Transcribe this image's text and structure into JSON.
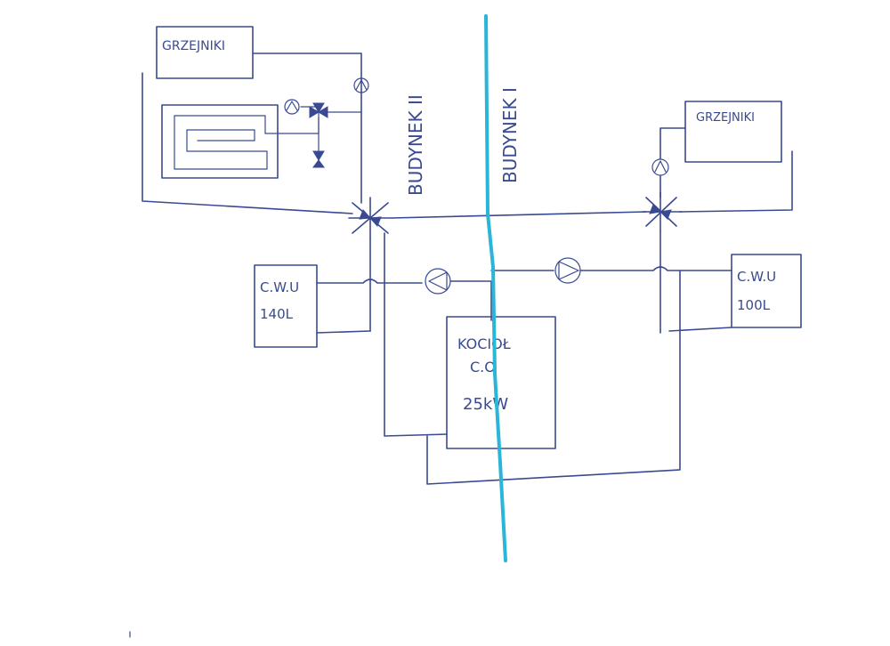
{
  "labels": {
    "radiators_left": "GRZEJNIKI",
    "radiators_right": "GRZEJNIKI",
    "building_2": "BUDYNEK II",
    "building_1": "BUDYNEK I",
    "dhw_left_line1": "C.W.U",
    "dhw_left_line2": "140L",
    "dhw_right_line1": "C.W.U",
    "dhw_right_line2": "100L",
    "boiler_line1": "KOCIOŁ",
    "boiler_line2": "C.O",
    "boiler_line3": "25kW"
  },
  "colors": {
    "ink": "#3a4a92",
    "divider": "#29b6d8",
    "paper": "#ffffff"
  }
}
